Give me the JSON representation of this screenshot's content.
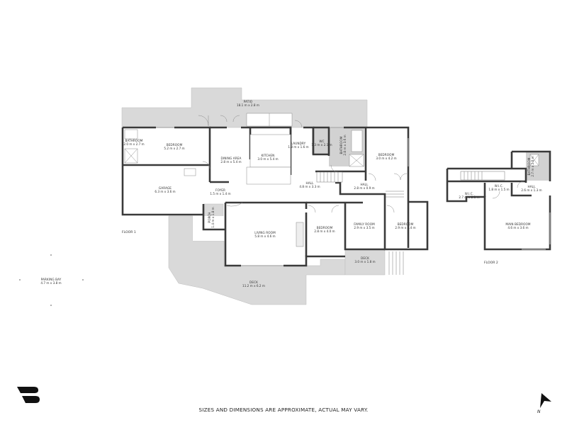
{
  "floors": [
    {
      "label": "FLOOR 1"
    },
    {
      "label": "FLOOR 2"
    }
  ],
  "rooms": {
    "patio": {
      "name": "PATIO",
      "dims": "18.1 m x 2.8 m"
    },
    "bathroom_1": {
      "name": "BATHROOM",
      "dims": "2.0 m x 2.7 m"
    },
    "bedroom_1": {
      "name": "BEDROOM",
      "dims": "5.2 m x 2.7 m"
    },
    "garage": {
      "name": "GARAGE",
      "dims": "6.3 m x 3.6 m"
    },
    "dining_area": {
      "name": "DINING AREA",
      "dims": "2.8 m x 5.4 m"
    },
    "kitchen": {
      "name": "KITCHEN",
      "dims": "3.0 m x 5.4 m"
    },
    "laundry": {
      "name": "LAUNDRY",
      "dims": "1.8 m x 1.6 m"
    },
    "wc": {
      "name": "WC",
      "dims": "1.3 m x 2.1 m"
    },
    "bathroom_2": {
      "name": "BATHROOM",
      "dims": "2.8 m x 3.6 m"
    },
    "bedroom_2": {
      "name": "BEDROOM",
      "dims": "3.0 m x 4.2 m"
    },
    "foyer": {
      "name": "FOYER",
      "dims": "1.5 m x 1.4 m"
    },
    "hall_1": {
      "name": "HALL",
      "dims": "4.8 m x 3.3 m"
    },
    "hall_2": {
      "name": "HALL",
      "dims": "2.8 m x 0.9 m"
    },
    "porch": {
      "name": "PORCH",
      "dims": "1.4 m x 1.8 m"
    },
    "living_room": {
      "name": "LIVING ROOM",
      "dims": "5.8 m x 4.6 m"
    },
    "bedroom_3": {
      "name": "BEDROOM",
      "dims": "2.8 m x 4.0 m"
    },
    "family_room": {
      "name": "FAMILY ROOM",
      "dims": "2.9 m x 3.5 m"
    },
    "bedroom_4": {
      "name": "BEDROOM",
      "dims": "2.9 m x 3.4 m"
    },
    "deck_small": {
      "name": "DECK",
      "dims": "3.0 m x 1.8 m"
    },
    "deck_large": {
      "name": "DECK",
      "dims": "11.2 m x 6.2 m"
    },
    "parking_bay": {
      "name": "PARKING BAY",
      "dims": "4.7 m x 3.8 m"
    },
    "wic_1": {
      "name": "W.I.C.",
      "dims": "2.7 m x 2.1 m"
    },
    "wic_2": {
      "name": "W.I.C.",
      "dims": "1.8 m x 1.5 m"
    },
    "bathroom_3": {
      "name": "BATHROOM",
      "dims": "2.7 m x 2.0 m"
    },
    "hall_3": {
      "name": "HALL",
      "dims": "2.6 m x 1.3 m"
    },
    "main_bedroom": {
      "name": "MAIN BEDROOM",
      "dims": "4.6 m x 3.6 m"
    }
  },
  "footer": {
    "disclaimer": "SIZES AND DIMENSIONS ARE APPROXIMATE, ACTUAL MAY VARY.",
    "north_label": "N"
  },
  "colors": {
    "wall": "#3a3a3a",
    "outdoor_fill": "#d6d6d6",
    "wet_area_fill": "#cfcfcf",
    "floor_fill": "#ffffff"
  }
}
